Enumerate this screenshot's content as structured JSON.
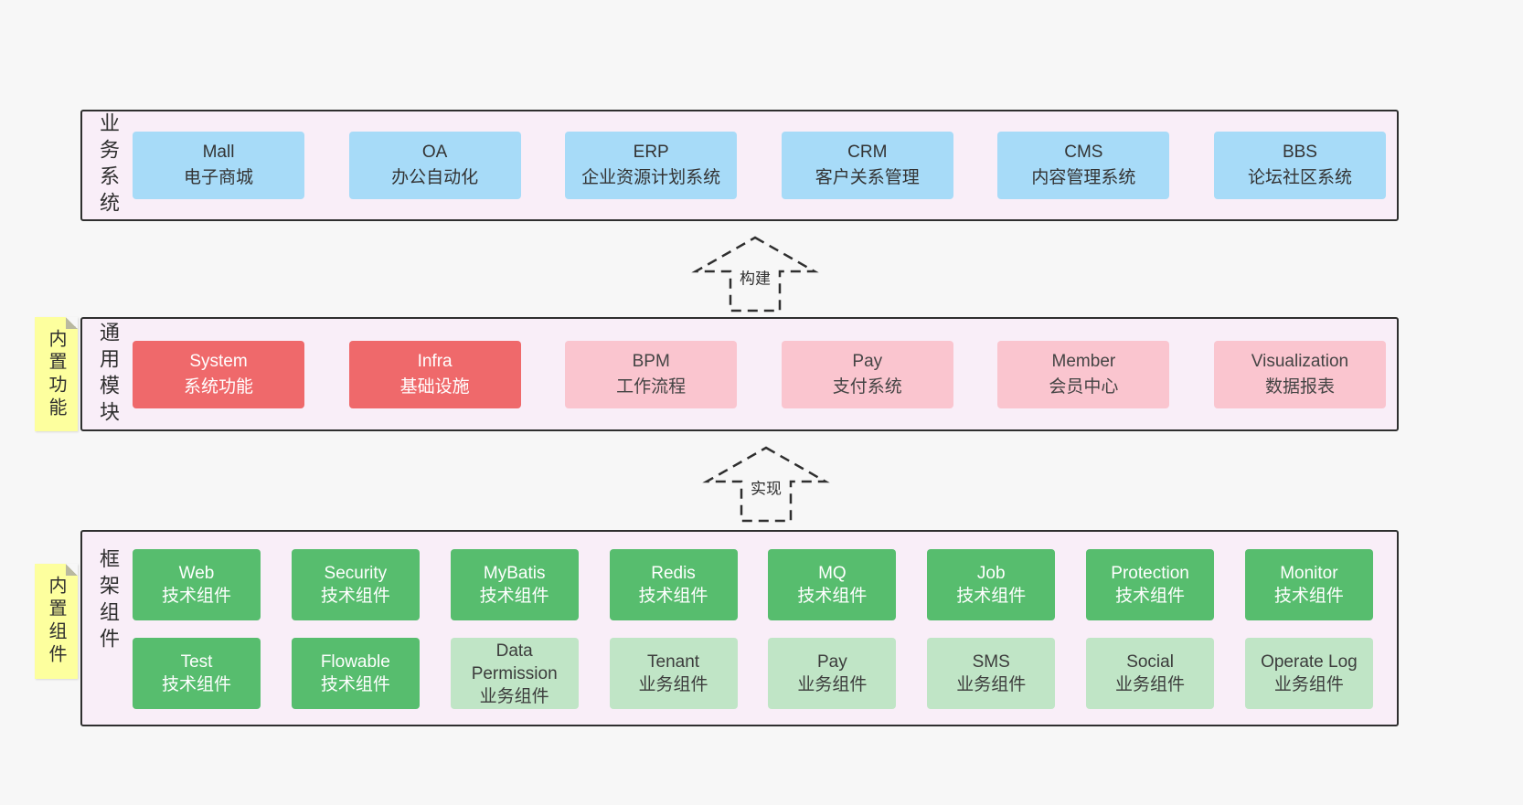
{
  "business": {
    "side_label": "业务系统",
    "items": [
      {
        "title": "Mall",
        "subtitle": "电子商城"
      },
      {
        "title": "OA",
        "subtitle": "办公自动化"
      },
      {
        "title": "ERP",
        "subtitle": "企业资源计划系统"
      },
      {
        "title": "CRM",
        "subtitle": "客户关系管理"
      },
      {
        "title": "CMS",
        "subtitle": "内容管理系统"
      },
      {
        "title": "BBS",
        "subtitle": "论坛社区系统"
      }
    ]
  },
  "arrows": {
    "build": "构建",
    "implement": "实现"
  },
  "modules": {
    "side_label": "通用模块",
    "sticky_label": "内置功能",
    "items": [
      {
        "title": "System",
        "subtitle": "系统功能",
        "variant": "red"
      },
      {
        "title": "Infra",
        "subtitle": "基础设施",
        "variant": "red"
      },
      {
        "title": "BPM",
        "subtitle": "工作流程",
        "variant": "pink"
      },
      {
        "title": "Pay",
        "subtitle": "支付系统",
        "variant": "pink"
      },
      {
        "title": "Member",
        "subtitle": "会员中心",
        "variant": "pink"
      },
      {
        "title": "Visualization",
        "subtitle": "数据报表",
        "variant": "pink"
      }
    ]
  },
  "framework": {
    "side_label": "框架组件",
    "sticky_label": "内置组件",
    "row1": [
      {
        "title": "Web",
        "subtitle": "技术组件",
        "variant": "green"
      },
      {
        "title": "Security",
        "subtitle": "技术组件",
        "variant": "green"
      },
      {
        "title": "MyBatis",
        "subtitle": "技术组件",
        "variant": "green"
      },
      {
        "title": "Redis",
        "subtitle": "技术组件",
        "variant": "green"
      },
      {
        "title": "MQ",
        "subtitle": "技术组件",
        "variant": "green"
      },
      {
        "title": "Job",
        "subtitle": "技术组件",
        "variant": "green"
      },
      {
        "title": "Protection",
        "subtitle": "技术组件",
        "variant": "green"
      },
      {
        "title": "Monitor",
        "subtitle": "技术组件",
        "variant": "green"
      }
    ],
    "row2": [
      {
        "title": "Test",
        "subtitle": "技术组件",
        "variant": "green"
      },
      {
        "title": "Flowable",
        "subtitle": "技术组件",
        "variant": "green"
      },
      {
        "title": "Data Permission",
        "subtitle": "业务组件",
        "variant": "lightgreen"
      },
      {
        "title": "Tenant",
        "subtitle": "业务组件",
        "variant": "lightgreen"
      },
      {
        "title": "Pay",
        "subtitle": "业务组件",
        "variant": "lightgreen"
      },
      {
        "title": "SMS",
        "subtitle": "业务组件",
        "variant": "lightgreen"
      },
      {
        "title": "Social",
        "subtitle": "业务组件",
        "variant": "lightgreen"
      },
      {
        "title": "Operate Log",
        "subtitle": "业务组件",
        "variant": "lightgreen"
      }
    ]
  },
  "colors": {
    "page_bg": "#f7f7f7",
    "panel_bg": "#f9eef8",
    "blue": "#a7dbf8",
    "red": "#ef696b",
    "pink": "#fac5cf",
    "green": "#57bd6e",
    "light_green": "#c0e5c6",
    "sticky_yellow": "#fdff9e",
    "border": "#2f2f2f"
  }
}
